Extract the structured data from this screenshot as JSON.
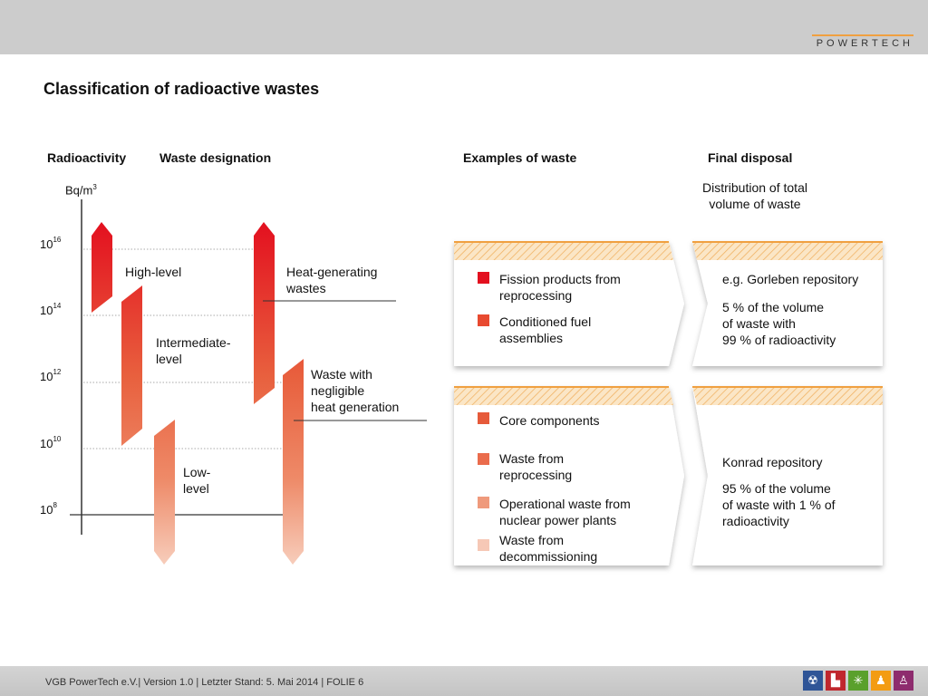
{
  "header": {
    "brand": "POWERTECH"
  },
  "title": "Classification of radioactive wastes",
  "columns": {
    "radioactivity": "Radioactivity",
    "designation": "Waste designation",
    "examples": "Examples of waste",
    "final_disposal": "Final disposal"
  },
  "axis": {
    "unit": "Bq/m",
    "unit_sup": "3",
    "ticks": [
      {
        "base": "10",
        "exp": "16"
      },
      {
        "base": "10",
        "exp": "14"
      },
      {
        "base": "10",
        "exp": "12"
      },
      {
        "base": "10",
        "exp": "10"
      },
      {
        "base": "10",
        "exp": "8"
      }
    ]
  },
  "labels": {
    "high": "High-level",
    "intermediate_1": "Intermediate-",
    "intermediate_2": "level",
    "low_1": "Low-",
    "low_2": "level",
    "heat_1": "Heat-generating",
    "heat_2": "wastes",
    "negligible_1": "Waste with",
    "negligible_2": "negligible",
    "negligible_3": "heat generation"
  },
  "final_disposal_subtitle": {
    "line1": "Distribution of total",
    "line2": "volume of waste"
  },
  "cards": {
    "heat": {
      "examples": [
        {
          "line1": "Fission products from",
          "line2": "reprocessing",
          "color": "#e3101f"
        },
        {
          "line1": "Conditioned fuel",
          "line2": "assemblies",
          "color": "#e84a30"
        }
      ],
      "repository": "e.g. Gorleben repository",
      "share": {
        "line1": "5 % of the volume",
        "line2": "of waste with",
        "line3": "99 % of radioactivity"
      }
    },
    "negligible": {
      "examples": [
        {
          "line1": "Core components",
          "line2": "",
          "color": "#e65a3a"
        },
        {
          "line1": "Waste from",
          "line2": "reprocessing",
          "color": "#ea6c4c"
        },
        {
          "line1": "Operational waste from",
          "line2": "nuclear power plants",
          "color": "#ef9a7c"
        },
        {
          "line1": "Waste from",
          "line2": "decommissioning",
          "color": "#f6c8b6"
        }
      ],
      "repository": "Konrad repository",
      "share": {
        "line1": "95 % of the volume",
        "line2": "of waste with 1 % of",
        "line3": "radioactivity"
      }
    }
  },
  "footer": {
    "text": "VGB PowerTech e.V.| Version 1.0 | Letzter Stand: 5. Mai 2014 | FOLIE 6",
    "icons": [
      {
        "name": "nuclear-plant-icon",
        "color": "#2f5597",
        "glyph": "☢"
      },
      {
        "name": "coal-plant-icon",
        "color": "#c0272d",
        "glyph": "▙"
      },
      {
        "name": "wind-solar-icon",
        "color": "#5aa02c",
        "glyph": "✳"
      },
      {
        "name": "worker-icon",
        "color": "#f39c12",
        "glyph": "♟"
      },
      {
        "name": "person-desk-icon",
        "color": "#8e2c6e",
        "glyph": "♙"
      }
    ]
  },
  "colors": {
    "accent_orange": "#f0a040",
    "red_top": "#e3101f",
    "salmon_bottom": "#f6c8b6"
  }
}
